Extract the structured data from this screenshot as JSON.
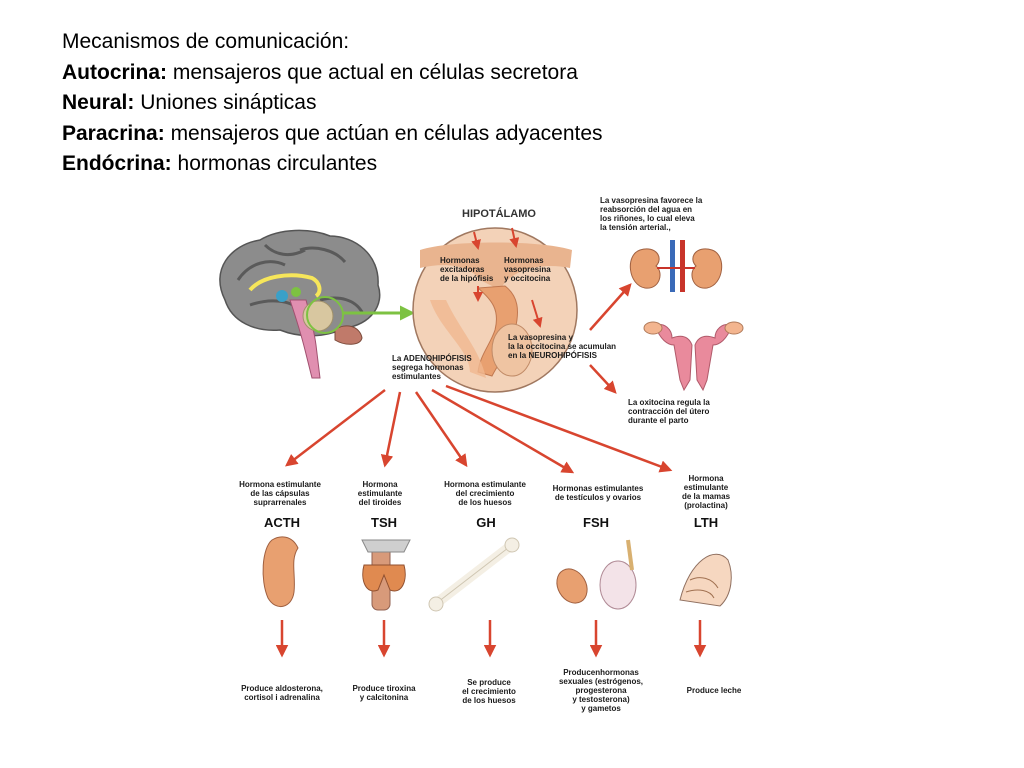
{
  "heading": {
    "line1": "Mecanismos de comunicación:",
    "autocrina": {
      "term": "Autocrina:",
      "desc": " mensajeros que actual en células secretora"
    },
    "neural": {
      "term": "Neural:",
      "desc": " Uniones sinápticas"
    },
    "paracrina": {
      "term": "Paracrina:",
      "desc": " mensajeros que actúan en células adyacentes"
    },
    "endocrina": {
      "term": "Endócrina:",
      "desc": " hormonas circulantes"
    }
  },
  "diagram": {
    "hipotalamo": "HIPOTÁLAMO",
    "excitadoras": "Hormonas\nexcitadoras\nde la hipófisis",
    "vasopresina": "Hormonas\nvasopresina\ny occitocina",
    "acumulan": "La vasopresina y\nla la occitocina se acumulan\nen la NEUROHIPÓFISIS",
    "adeno": "La ADENOHIPÓFISIS\nsegrega hormonas\nestimulantes",
    "vaso_note": "La vasopresina favorece la\nreabsorción del agua en\nlos riñones, lo cual eleva\nla tensión arterial.,",
    "oxi_note": "La oxitocina regula la\ncontracción del útero\ndurante el parto",
    "hormones": [
      {
        "desc": "Hormona estimulante\nde las cápsulas\nsuprarrenales",
        "code": "ACTH",
        "effect": "Produce aldosterona,\ncortisol i adrenalina"
      },
      {
        "desc": "Hormona\nestimulante\ndel tiroides",
        "code": "TSH",
        "effect": "Produce tiroxina\ny calcitonina"
      },
      {
        "desc": "Hormona estimulante\ndel crecimiento\nde los huesos",
        "code": "GH",
        "effect": "Se produce\nel crecimiento\nde los huesos"
      },
      {
        "desc": "Hormonas estimulantes\nde testículos y ovarios",
        "code": "FSH",
        "effect": "Producenhormonas\nsexuales (estrógenos,\nprogesterona\ny testosterona)\ny gametos"
      },
      {
        "desc": "Hormona\nestimulante\nde la mamas\n(prolactina)",
        "code": "LTH",
        "effect": "Produce leche"
      }
    ]
  },
  "colors": {
    "arrow": "#d8452f",
    "green": "#7dc242",
    "organ": "#e8a070",
    "circle": "#f3d2b8"
  }
}
